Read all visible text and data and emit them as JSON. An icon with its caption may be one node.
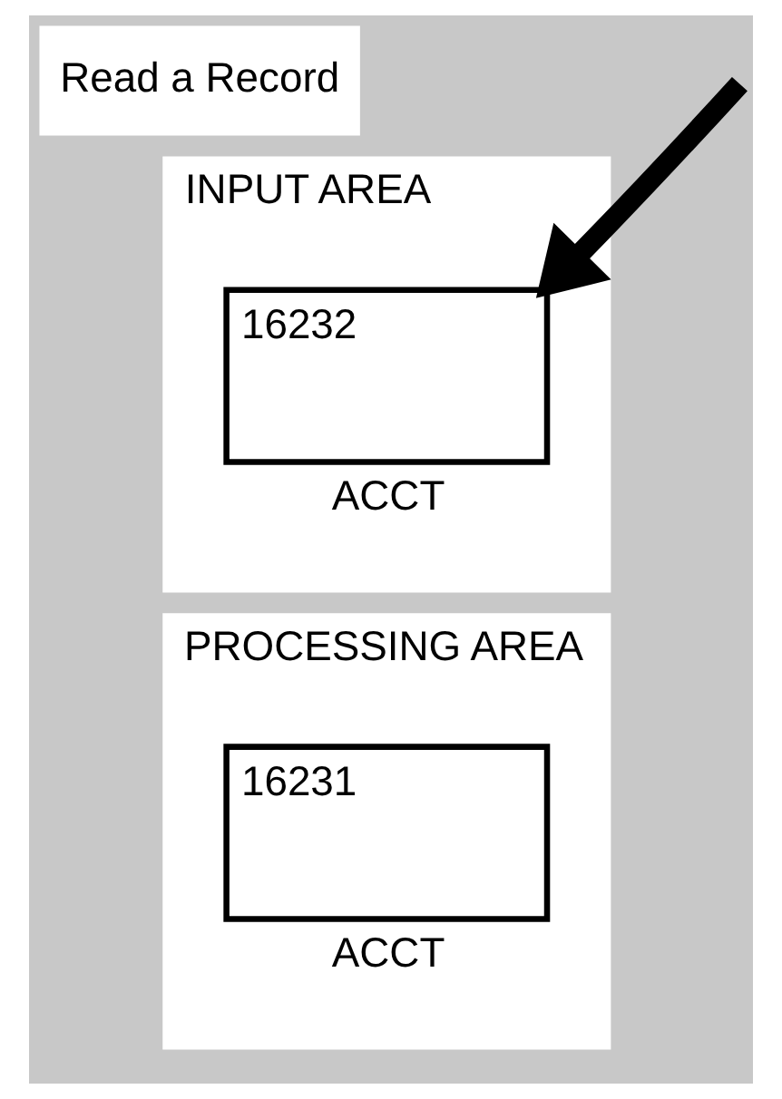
{
  "diagram": {
    "nodes": [
      {
        "text": [
          "Read a Record"
        ]
      },
      {
        "text": [
          "INPUT AREA"
        ]
      },
      {
        "text": [
          "16232"
        ],
        "in": 1,
        "beside": [
          "ACCT"
        ]
      },
      {
        "text": [
          "PROCESSING AREA"
        ]
      },
      {
        "text": [
          "16231"
        ],
        "in": 3,
        "beside": [
          "ACCT"
        ]
      }
    ],
    "edges": [
      {
        "from": null,
        "to": 2,
        "arrow": "to"
      }
    ]
  }
}
